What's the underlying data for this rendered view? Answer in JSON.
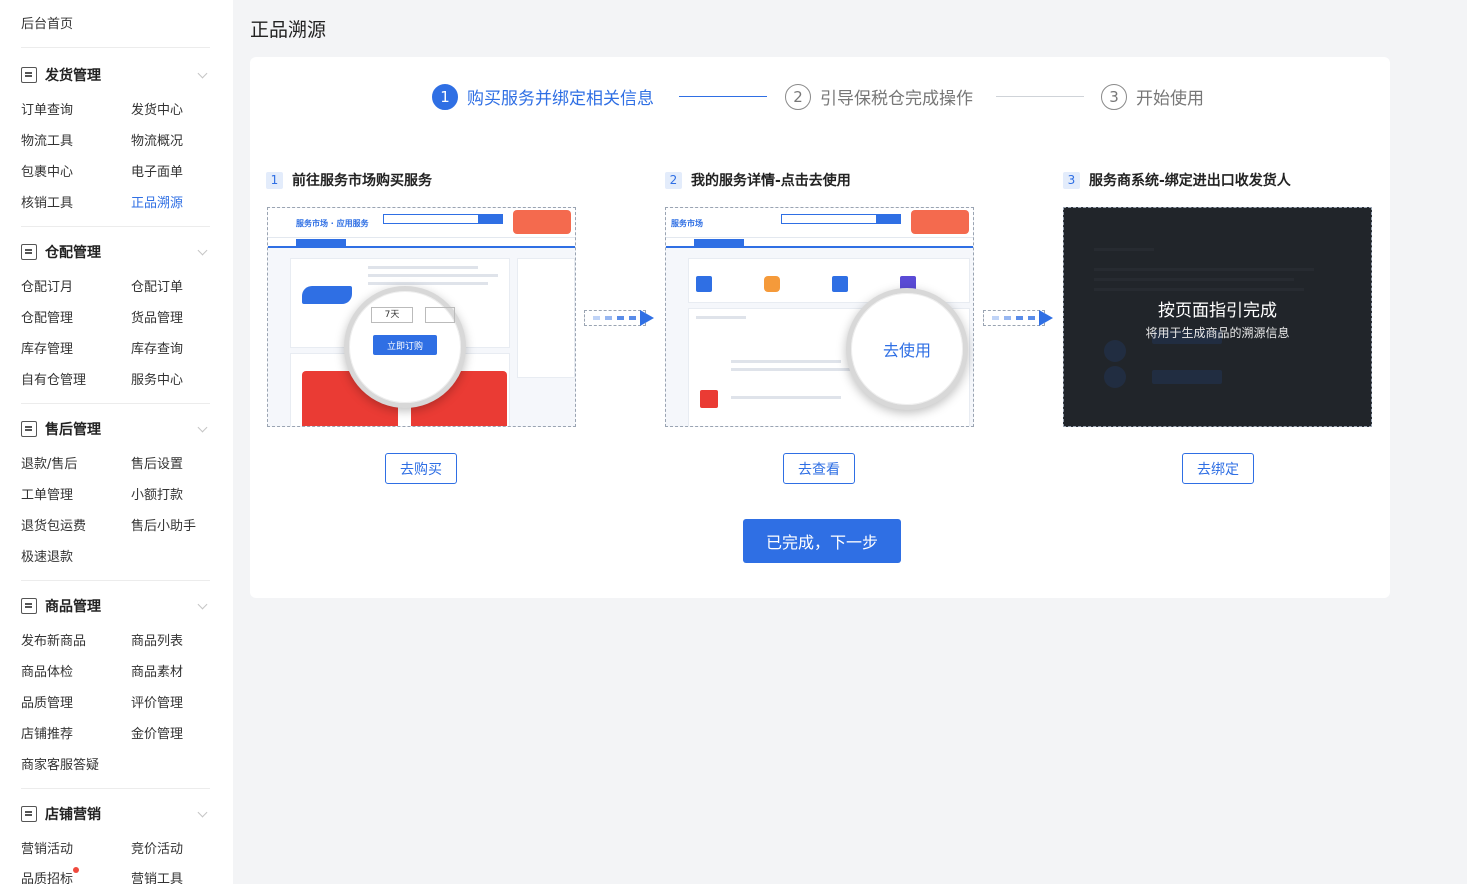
{
  "sidebar": {
    "home": "后台首页",
    "groups": [
      {
        "title": "发货管理",
        "icon": "list-icon",
        "items": [
          "订单查询",
          "发货中心",
          "物流工具",
          "物流概况",
          "包裹中心",
          "电子面单",
          "核销工具",
          "正品溯源"
        ]
      },
      {
        "title": "仓配管理",
        "icon": "warehouse-icon",
        "items": [
          "仓配订月",
          "仓配订单",
          "仓配管理",
          "货品管理",
          "库存管理",
          "库存查询",
          "自有仓管理",
          "服务中心"
        ]
      },
      {
        "title": "售后管理",
        "icon": "shield-check-icon",
        "items": [
          "退款/售后",
          "售后设置",
          "工单管理",
          "小额打款",
          "退货包运费",
          "售后小助手",
          "极速退款"
        ]
      },
      {
        "title": "商品管理",
        "icon": "box-icon",
        "items": [
          "发布新商品",
          "商品列表",
          "商品体检",
          "商品素材",
          "品质管理",
          "评价管理",
          "店铺推荐",
          "金价管理",
          "商家客服答疑"
        ]
      },
      {
        "title": "店铺营销",
        "icon": "store-icon",
        "items": [
          "营销活动",
          "竞价活动",
          "品质招标",
          "营销工具"
        ]
      }
    ],
    "active_item": "正品溯源"
  },
  "page": {
    "title": "正品溯源"
  },
  "steps": [
    {
      "num": "1",
      "label": "购买服务并绑定相关信息",
      "active": true
    },
    {
      "num": "2",
      "label": "引导保税仓完成操作",
      "active": false
    },
    {
      "num": "3",
      "label": "开始使用",
      "active": false
    }
  ],
  "substeps": [
    {
      "num": "1",
      "title": "前往服务市场购买服务",
      "button": "去购买",
      "shot": {
        "logo": "服务市场 · 应用服务",
        "mag_text": "立即订购",
        "mag_small": "7天"
      }
    },
    {
      "num": "2",
      "title": "我的服务详情-点击去使用",
      "button": "去查看",
      "shot": {
        "logo": "服务市场",
        "mag_text": "去使用"
      }
    },
    {
      "num": "3",
      "title": "服务商系统-绑定进出口收发货人",
      "button": "去绑定",
      "shot": {
        "overlay_title": "按页面指引完成",
        "overlay_sub": "将用于生成商品的溯源信息"
      }
    }
  ],
  "next_button": "已完成，下一步",
  "colors": {
    "accent": "#2f6fe4",
    "badge_red": "#f04a3e"
  }
}
